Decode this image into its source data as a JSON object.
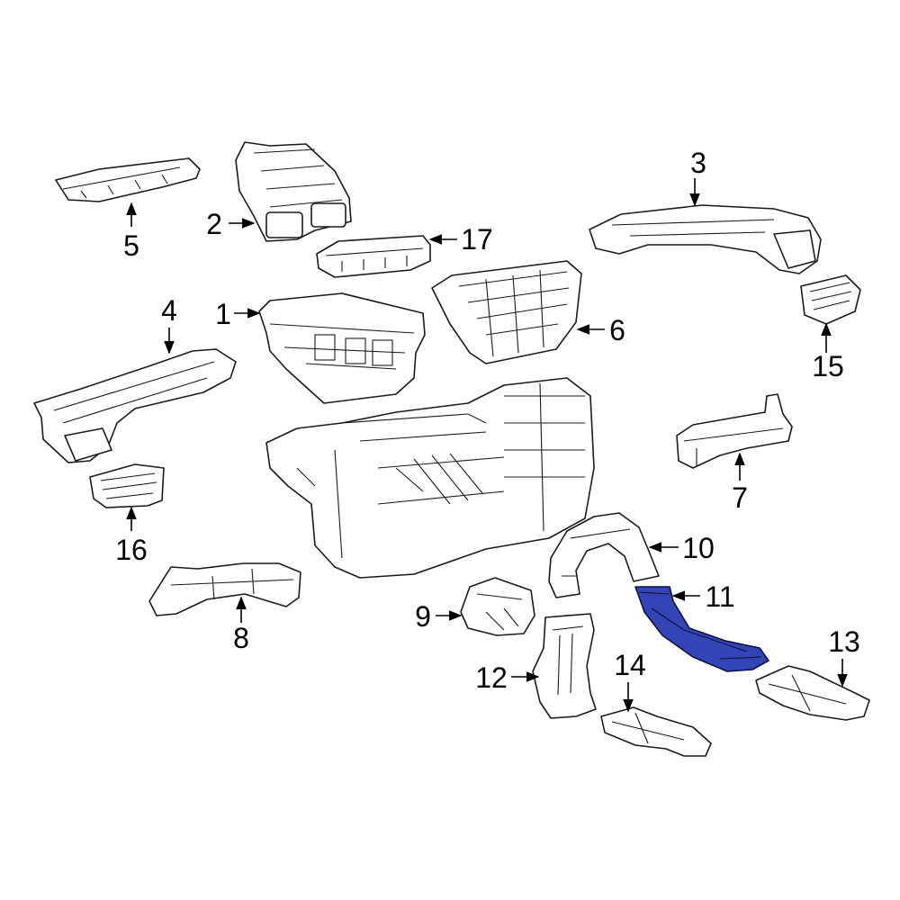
{
  "diagram": {
    "highlight_color": "#3445b8",
    "highlighted_callout": "11",
    "callouts": [
      "1",
      "2",
      "3",
      "4",
      "5",
      "6",
      "7",
      "8",
      "9",
      "10",
      "11",
      "12",
      "13",
      "14",
      "15",
      "16",
      "17"
    ]
  }
}
